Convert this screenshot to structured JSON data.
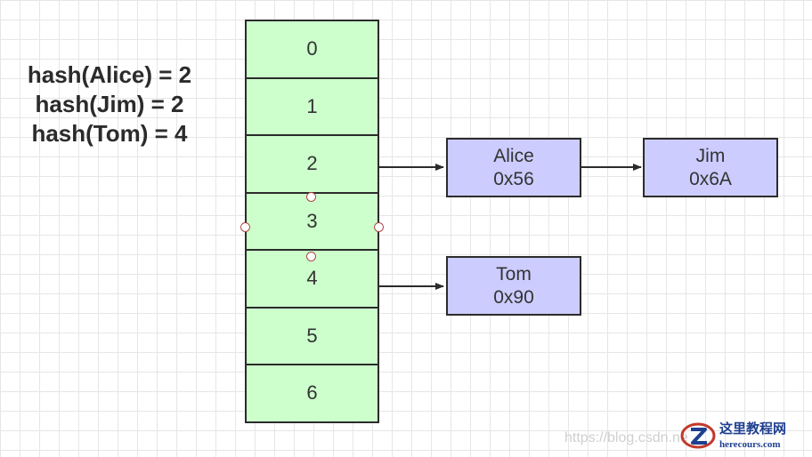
{
  "hash_lines": [
    "hash(Alice) = 2",
    "hash(Jim) = 2",
    "hash(Tom) = 4"
  ],
  "buckets": [
    "0",
    "1",
    "2",
    "3",
    "4",
    "5",
    "6"
  ],
  "nodes": [
    {
      "name": "Alice",
      "addr": "0x56"
    },
    {
      "name": "Jim",
      "addr": "0x6A"
    },
    {
      "name": "Tom",
      "addr": "0x90"
    }
  ],
  "watermark": {
    "url": "https://blog.csdn.ne",
    "logo_title": "这里教程网",
    "logo_sub": "herecours.com"
  },
  "colors": {
    "bucket_fill": "#ccffcc",
    "node_fill": "#ccccff",
    "outline": "#2b2b2b",
    "handle_stroke": "#b04545",
    "logo_red": "#c0392b",
    "logo_blue": "#1f3f8f"
  }
}
